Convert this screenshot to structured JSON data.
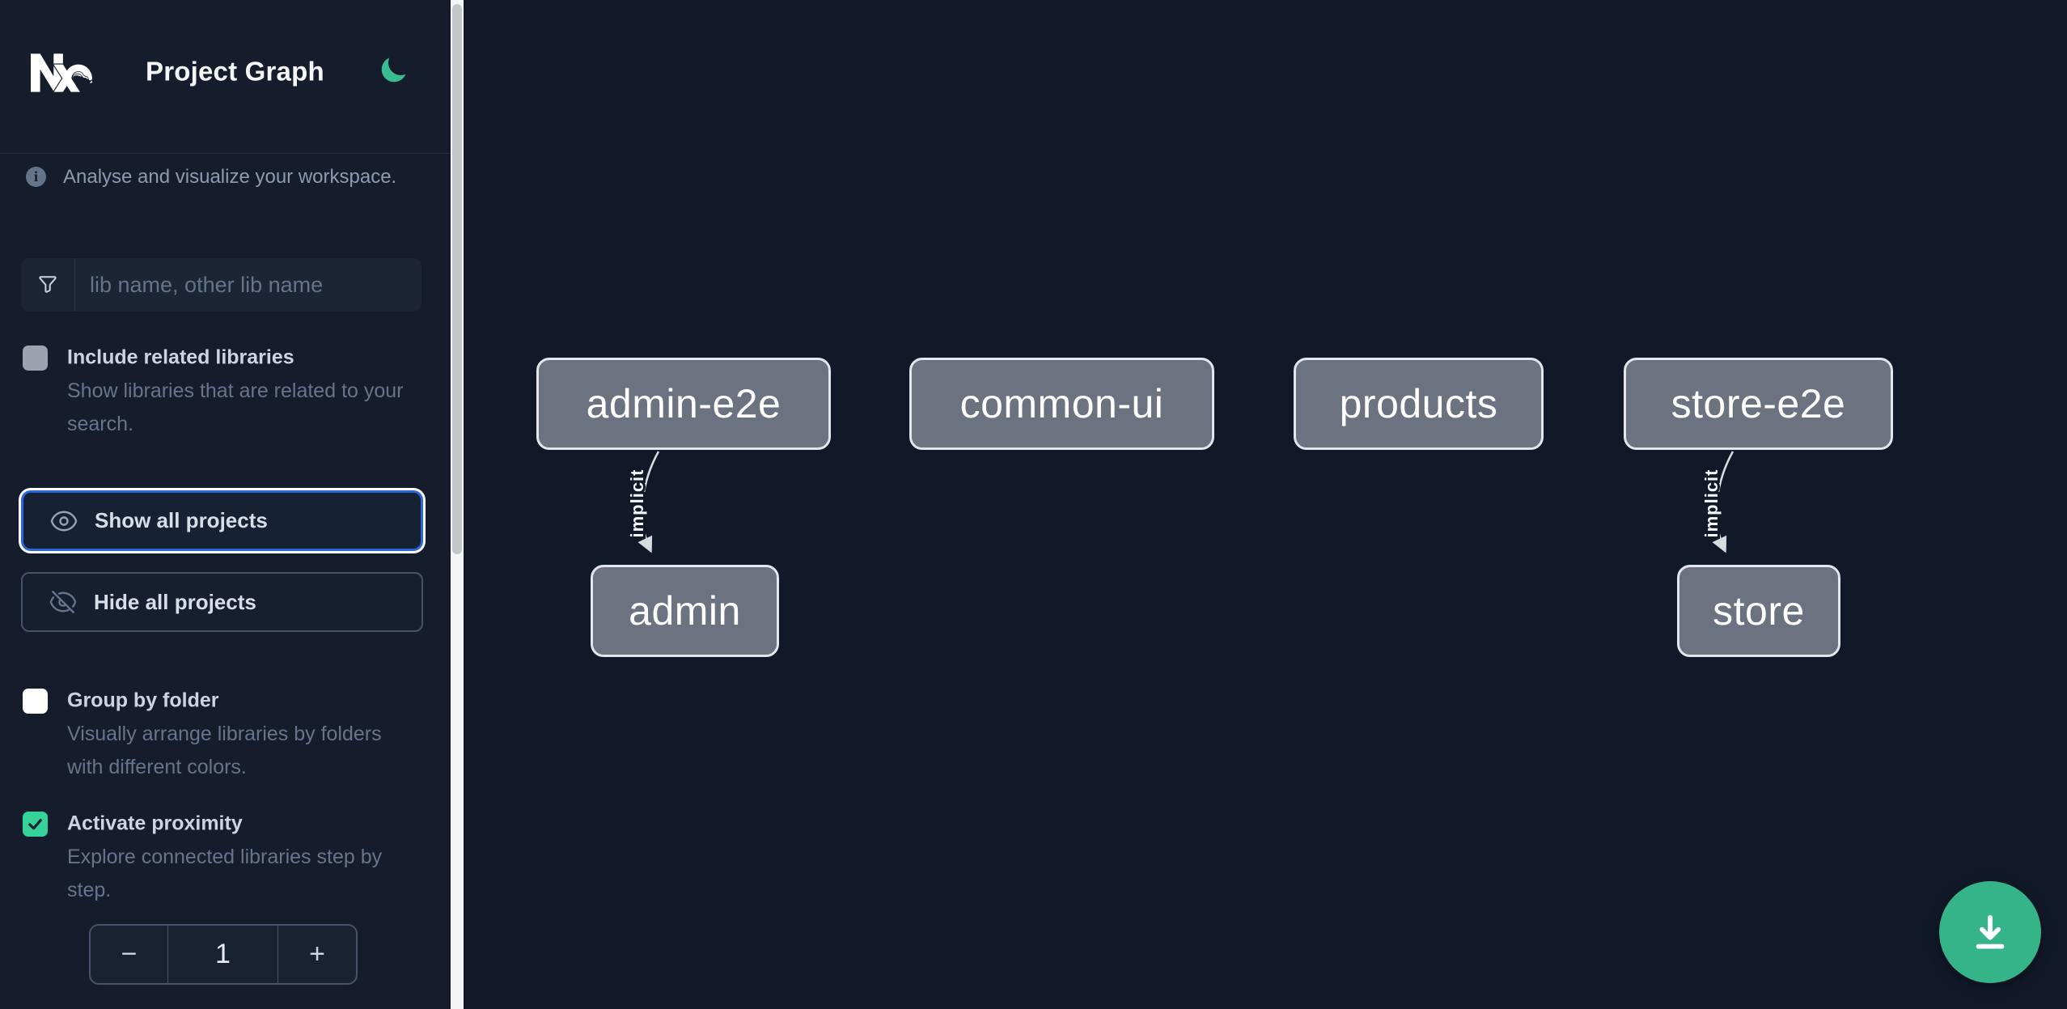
{
  "app": {
    "title": "Project Graph",
    "logo": "nx-logo",
    "theme_icon": "moon-icon",
    "colors": {
      "accent_green": "#34d399",
      "fab_green": "#35b489",
      "focus_blue": "#2e66d9",
      "node_gray": "#6b7280",
      "edge_gray": "#d7dade",
      "sidebar_bg": "#151c2b",
      "canvas_bg": "#111928"
    }
  },
  "sidebar": {
    "info_text": "Analyse and visualize your workspace.",
    "search": {
      "placeholder": "lib name, other lib name",
      "value": "",
      "icon": "funnel-icon"
    },
    "settings": [
      {
        "label": "Include related libraries",
        "description": "Show libraries that are related to your search.",
        "checked": false,
        "disabled": true
      },
      {
        "label": "Group by folder",
        "description": "Visually arrange libraries by folders with different colors.",
        "checked": false,
        "disabled": false
      },
      {
        "label": "Activate proximity",
        "description": "Explore connected libraries step by step.",
        "checked": true,
        "disabled": false
      }
    ],
    "buttons": {
      "show_all": "Show all projects",
      "hide_all": "Hide all projects"
    },
    "proximity_stepper": {
      "decrement": "−",
      "value": "1",
      "increment": "+"
    }
  },
  "graph": {
    "nodes": [
      {
        "label": "admin-e2e"
      },
      {
        "label": "common-ui"
      },
      {
        "label": "products"
      },
      {
        "label": "store-e2e"
      },
      {
        "label": "admin"
      },
      {
        "label": "store"
      }
    ],
    "edges": [
      {
        "from": "admin-e2e",
        "to": "admin",
        "label": "implicit"
      },
      {
        "from": "store-e2e",
        "to": "store",
        "label": "implicit"
      }
    ]
  },
  "fab": {
    "icon": "download-icon"
  }
}
